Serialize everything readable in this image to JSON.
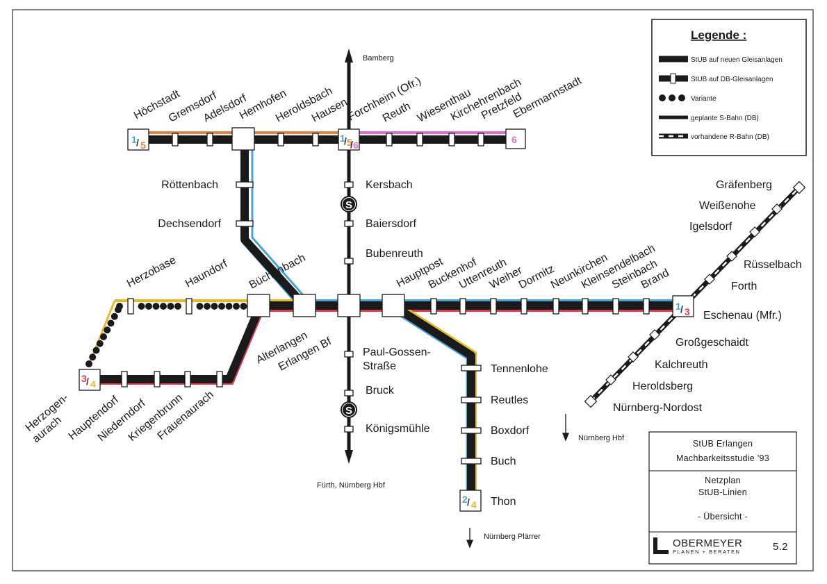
{
  "legend": {
    "title": "Legende :",
    "items": [
      "StUB auf neuen Gleisanlagen",
      "StUB auf DB-Gleisanlagen",
      "Variante",
      "geplante S-Bahn (DB)",
      "vorhandene R-Bahn (DB)"
    ]
  },
  "directions": {
    "bamberg": "Bamberg",
    "fuerth": "Fürth, Nürnberg Hbf",
    "nuernberg_hbf": "Nürnberg Hbf",
    "plaerrer": "Nürnberg Plärrer"
  },
  "stations": {
    "hoechstadt": "Höchstadt",
    "gremsdorf": "Gremsdorf",
    "adelsdorf": "Adelsdorf",
    "hemhofen": "Hemhofen",
    "heroldsbach": "Heroldsbach",
    "hausen": "Hausen",
    "forchheim": "Forchheim (Ofr.)",
    "reuth": "Reuth",
    "wiesenthau": "Wiesenthau",
    "kirchehrenbach": "Kirchehrenbach",
    "pretzfeld": "Pretzfeld",
    "ebermannstadt": "Ebermannstadt",
    "roettenbach": "Röttenbach",
    "dechsendorf": "Dechsendorf",
    "kersbach": "Kersbach",
    "baiersdorf": "Baiersdorf",
    "bubenreuth": "Bubenreuth",
    "herzobase": "Herzobase",
    "haundorf": "Haundorf",
    "buechenbach": "Büchenbach",
    "hauptpost": "Hauptpost",
    "buckenhof": "Buckenhof",
    "uttenreuth": "Uttenreuth",
    "weiher": "Weiher",
    "dormitz": "Dormitz",
    "neunkirchen": "Neunkirchen",
    "kleinsendelbach": "Kleinsendelbach",
    "steinbach": "Steinbach",
    "brand": "Brand",
    "alterlangen": "Alterlangen",
    "erlangen_bf": "Erlangen Bf",
    "paul_gossen_1": "Paul-Gossen-",
    "paul_gossen_2": "Straße",
    "bruck": "Bruck",
    "koenigsmuehle": "Königsmühle",
    "tennenlohe": "Tennenlohe",
    "reutles": "Reutles",
    "boxdorf": "Boxdorf",
    "buch": "Buch",
    "thon": "Thon",
    "herzogenaurach_1": "Herzogen-",
    "herzogenaurach_2": "aurach",
    "hauptendorf": "Hauptendorf",
    "niederndorf": "Niederndorf",
    "kriegenbrunn": "Kriegenbrunn",
    "frauenaurach": "Frauenaurach",
    "graefenberg": "Gräfenberg",
    "weissenohe": "Weißenohe",
    "igelsdorf": "Igelsdorf",
    "ruesselbach": "Rüsselbach",
    "forth": "Forth",
    "eschenau": "Eschenau (Mfr.)",
    "grossgeschaidt": "Großgeschaidt",
    "kalchreuth": "Kalchreuth",
    "heroldsberg": "Heroldsberg",
    "nuernberg_nordost": "Nürnberg-Nordost"
  },
  "terminals": {
    "hoechstadt": [
      "1",
      "5"
    ],
    "forchheim": [
      "1",
      "5",
      "6"
    ],
    "ebermannstadt": [
      "6"
    ],
    "eschenau": [
      "1",
      "3"
    ],
    "herzogenaurach": [
      "3",
      "4"
    ],
    "thon": [
      "2",
      "4"
    ]
  },
  "sbahn_symbol": "S",
  "title_block": {
    "line1": "StUB Erlangen",
    "line2": "Machbarkeitsstudie '93",
    "line3": "Netzplan",
    "line4": "StUB-Linien",
    "line5": "- Übersicht -",
    "firm": "OBERMEYER",
    "firm_sub": "PLANEN + BERATEN",
    "plan_number": "5.2"
  },
  "colors": {
    "line1": "#4aa3d8",
    "line2": "#e6b82a",
    "line3": "#e03a4a",
    "line5": "#e0844a",
    "line6": "#e070d0",
    "track": "#1a1a1a",
    "paper": "#ffffff"
  }
}
